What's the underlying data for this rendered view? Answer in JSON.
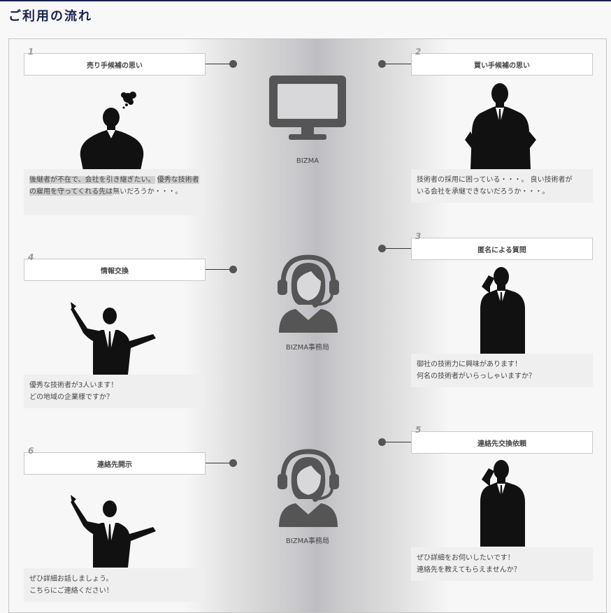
{
  "page": {
    "title": "ご利用の流れ"
  },
  "steps": [
    {
      "num": "1",
      "title": "売り手候補の思い",
      "bubble": {
        "hl1": "後継者が不在で、会社を引き継ぎたい。",
        "mid": " ",
        "hl2": "優秀な技術者の雇用を守ってくれる先は",
        "rest": "無いだろうか・・・。"
      }
    },
    {
      "num": "2",
      "title": "買い手候補の思い",
      "bubble": {
        "line1": "技術者の採用に困っている・・・。 良い技術者が",
        "line2": "いる会社を承継できないだろうか・・・。"
      }
    },
    {
      "num": "3",
      "title": "匿名による質問",
      "bubble": {
        "line1": "御社の技術力に興味があります！",
        "line2": "何名の技術者がいらっしゃいますか？"
      }
    },
    {
      "num": "4",
      "title": "情報交換",
      "bubble": {
        "line1": "優秀な技術者が3人います！",
        "line2": "どの地域の企業様ですか？"
      }
    },
    {
      "num": "5",
      "title": "連絡先交換依頼",
      "bubble": {
        "line1": "ぜひ詳細をお伺いしたいです！",
        "line2": "連絡先を教えてもらえませんか？"
      }
    },
    {
      "num": "6",
      "title": "連絡先開示",
      "bubble": {
        "line1": "ぜひ詳細お話しましょう。",
        "line2": "こちらにご連絡ください！"
      }
    }
  ],
  "center": [
    {
      "label": "BIZMA",
      "icon": "monitor-icon"
    },
    {
      "label": "BIZMA事務局",
      "icon": "operator-headset-icon"
    },
    {
      "label": "BIZMA事務局",
      "icon": "operator-headset-icon"
    }
  ],
  "colors": {
    "title": "#1a2150",
    "accent_dark": "#555555",
    "bubble_bg": "#efefef"
  }
}
